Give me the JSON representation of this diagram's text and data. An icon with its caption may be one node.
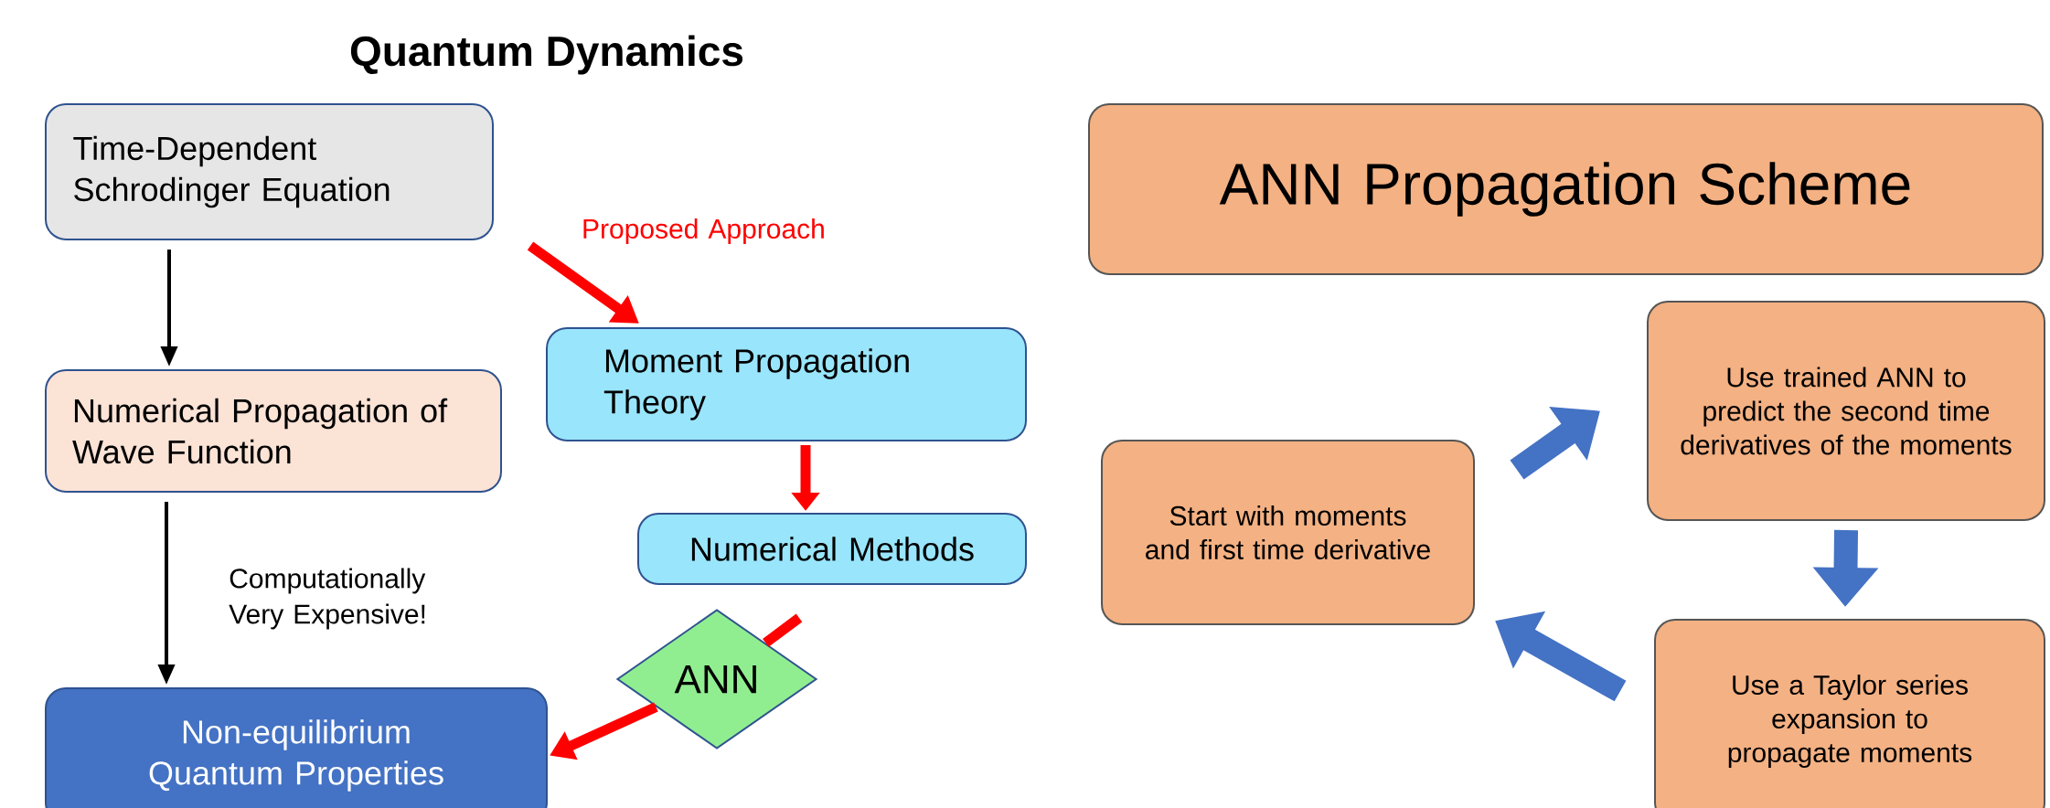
{
  "diagram": {
    "title": "Quantum Dynamics",
    "nodes": [
      {
        "text": [
          "Time-Dependent Schrodinger Equation"
        ]
      },
      {
        "text": [
          "Numerical Propagation of Wave Function"
        ]
      },
      {
        "text": [
          "Non-equilibrium Quantum Properties"
        ]
      },
      {
        "text": [
          "Moment Propagation Theory"
        ]
      },
      {
        "text": [
          "Numerical Methods"
        ]
      },
      {
        "text": [
          "ANN"
        ]
      },
      {
        "text": [
          "ANN Propagation Scheme"
        ]
      },
      {
        "text": [
          "Start with moments and first time derivative"
        ]
      },
      {
        "text": [
          "Use trained ANN to predict the second time derivatives of the moments"
        ]
      },
      {
        "text": [
          "Use a Taylor series expansion to propagate moments"
        ]
      }
    ],
    "edges": [
      {
        "from": 0,
        "to": 1,
        "arrow": "to",
        "color": "#000000"
      },
      {
        "from": 1,
        "to": 2,
        "arrow": "to",
        "label": "Computationally Very Expensive!",
        "color": "#000000"
      },
      {
        "from": 0,
        "to": 3,
        "arrow": "to",
        "label": "Proposed Approach",
        "color": "#ff0000"
      },
      {
        "from": 3,
        "to": 4,
        "arrow": "to",
        "color": "#ff0000"
      },
      {
        "from": 4,
        "to": 5,
        "arrow": "none",
        "color": "#ff0000"
      },
      {
        "from": 5,
        "to": 2,
        "arrow": "to",
        "color": "#ff0000"
      },
      {
        "from": 7,
        "to": 8,
        "arrow": "to",
        "style": "thick",
        "color": "#4472c4"
      },
      {
        "from": 8,
        "to": 9,
        "arrow": "to",
        "style": "thick",
        "color": "#4472c4"
      },
      {
        "from": 9,
        "to": 7,
        "arrow": "to",
        "style": "thick",
        "color": "#4472c4"
      }
    ]
  }
}
